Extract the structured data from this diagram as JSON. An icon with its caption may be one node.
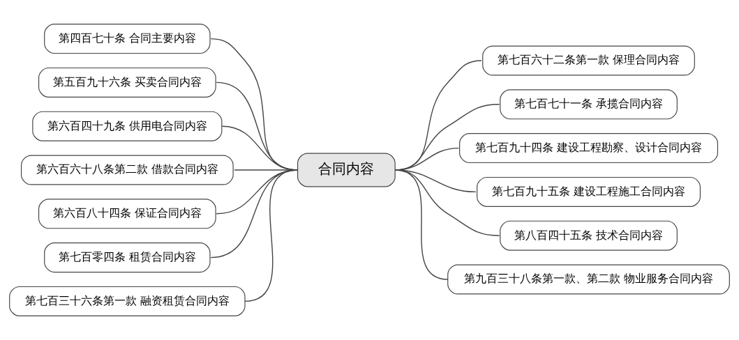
{
  "diagram": {
    "nodes": [
      {
        "text": [
          "第四百七十条 合同主要内容"
        ]
      },
      {
        "text": [
          "第五百九十六条 买卖合同内容"
        ]
      },
      {
        "text": [
          "第六百四十九条 供用电合同内容"
        ]
      },
      {
        "text": [
          "第六百六十八条第二款 借款合同内容"
        ]
      },
      {
        "text": [
          "第六百八十四条 保证合同内容"
        ]
      },
      {
        "text": [
          "第七百零四条 租赁合同内容"
        ]
      },
      {
        "text": [
          "第七百三十六条第一款 融资租赁合同内容"
        ]
      },
      {
        "text": [
          "合同内容"
        ]
      },
      {
        "text": [
          "第七百六十二条第一款 保理合同内容"
        ]
      },
      {
        "text": [
          "第七百七十一条 承揽合同内容"
        ]
      },
      {
        "text": [
          "第七百九十四条 建设工程勘察、设计合同内容"
        ]
      },
      {
        "text": [
          "第七百九十五条 建设工程施工合同内容"
        ]
      },
      {
        "text": [
          "第八百四十五条 技术合同内容"
        ]
      },
      {
        "text": [
          "第九百三十八条第一款、第二款 物业服务合同内容"
        ]
      }
    ],
    "edges": [
      {
        "from": 0,
        "to": 7,
        "arrow": "none"
      },
      {
        "from": 1,
        "to": 7,
        "arrow": "none"
      },
      {
        "from": 2,
        "to": 7,
        "arrow": "none"
      },
      {
        "from": 3,
        "to": 7,
        "arrow": "none"
      },
      {
        "from": 4,
        "to": 7,
        "arrow": "none"
      },
      {
        "from": 5,
        "to": 7,
        "arrow": "none"
      },
      {
        "from": 6,
        "to": 7,
        "arrow": "none"
      },
      {
        "from": 7,
        "to": 8,
        "arrow": "none"
      },
      {
        "from": 7,
        "to": 9,
        "arrow": "none"
      },
      {
        "from": 7,
        "to": 10,
        "arrow": "none"
      },
      {
        "from": 7,
        "to": 11,
        "arrow": "none"
      },
      {
        "from": 7,
        "to": 12,
        "arrow": "none"
      },
      {
        "from": 7,
        "to": 13,
        "arrow": "none"
      }
    ]
  }
}
